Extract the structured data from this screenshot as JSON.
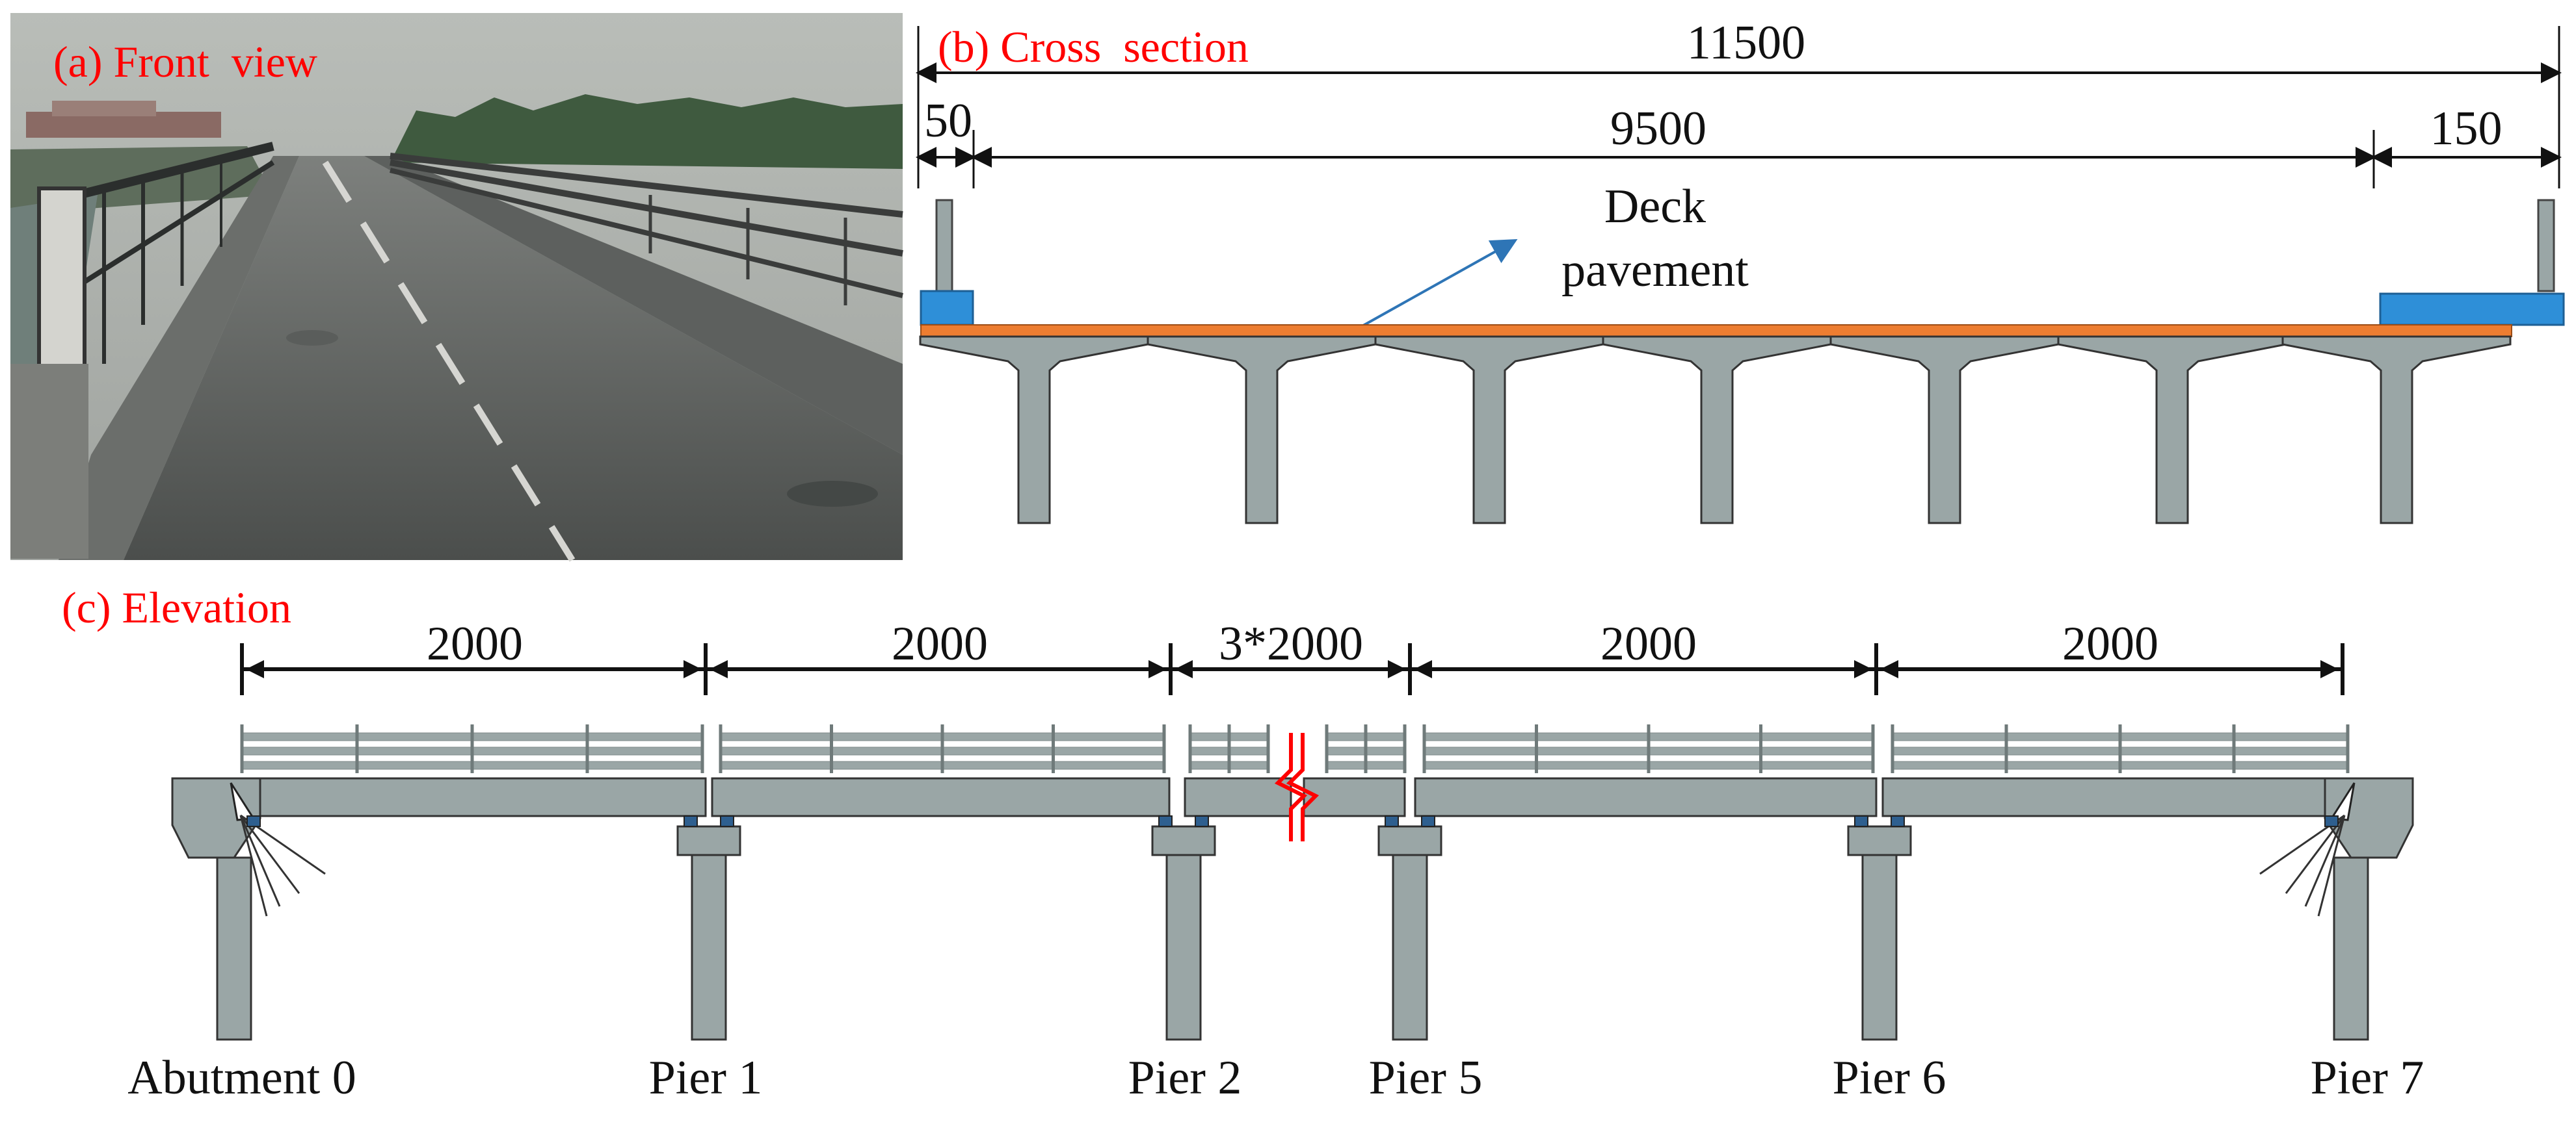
{
  "panels": {
    "front_view": {
      "label": "(a) Front  view"
    },
    "cross_section": {
      "label": "(b) Cross  section",
      "dims": {
        "total": "11500",
        "left": "50",
        "middle": "9500",
        "right": "150"
      },
      "annotation_line1": "Deck",
      "annotation_line2": "pavement"
    },
    "elevation": {
      "label": "(c) Elevation",
      "spans": [
        "2000",
        "2000",
        "3*2000",
        "2000",
        "2000"
      ],
      "supports": [
        "Abutment 0",
        "Pier 1",
        "Pier 2",
        "Pier 5",
        "Pier 6",
        "Pier 7"
      ]
    }
  },
  "colors": {
    "concrete": "#9aa6a6",
    "pavement": "#ed7d31",
    "curb": "#2e8fd8",
    "label": "#ff0000",
    "break_mark": "#ff0000"
  }
}
